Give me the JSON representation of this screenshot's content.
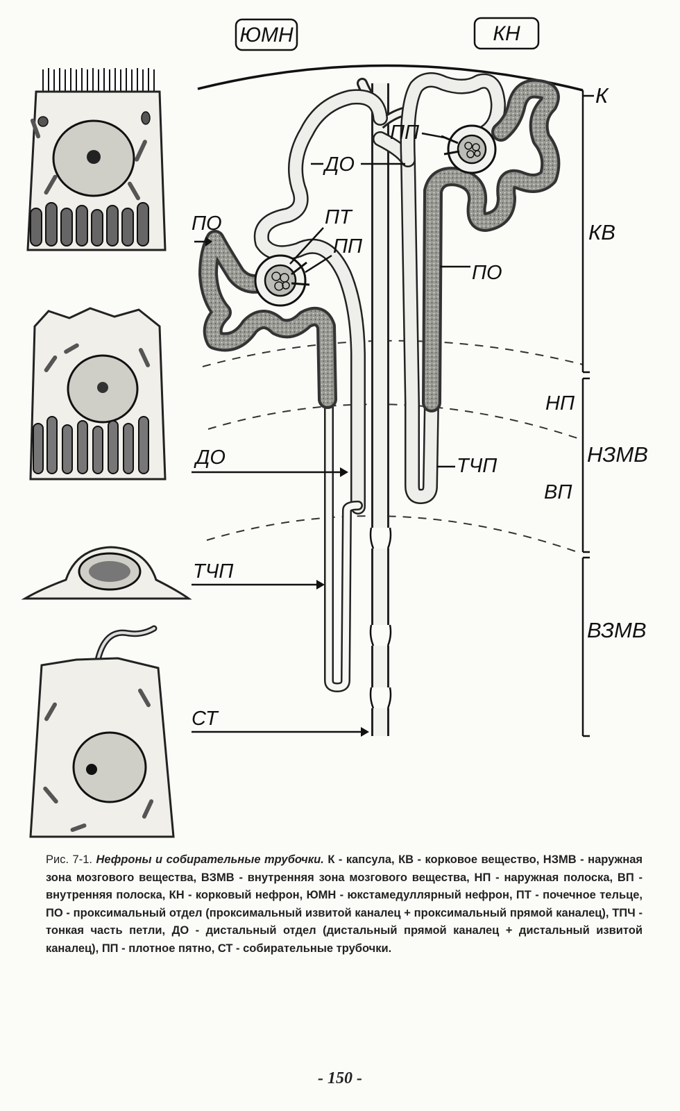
{
  "diagram": {
    "top_labels": {
      "jmn": "ЮМН",
      "kn": "КН"
    },
    "zones": {
      "k": "К",
      "kv": "КВ",
      "np": "НП",
      "nzmv": "НЗМВ",
      "vp": "ВП",
      "vzmv": "ВЗМВ"
    },
    "left_labels": {
      "po": "ПО",
      "do": "ДО",
      "tchp": "ТЧП",
      "st": "СТ"
    },
    "inner_labels": {
      "pp_top": "ПП",
      "do_top": "ДО",
      "pt": "ПТ",
      "pp_mid": "ПП",
      "po_right": "ПО",
      "tchp_right": "ТЧП"
    }
  },
  "caption": {
    "number": "Рис. 7-1.",
    "title": "Нефроны и собирательные трубочки.",
    "text": "К - капсула, КВ - корковое вещество, НЗМВ - наружная зона мозгового вещества, ВЗМВ - внутренняя зона мозгового вещества, НП - наружная полоска, ВП - внутренняя полоска, КН - корковый нефрон, ЮМН - юкстамедуллярный нефрон, ПТ - почечное тельце, ПО - проксимальный отдел (проксимальный извитой каналец + проксимальный прямой каналец), ТПЧ - тонкая часть петли, ДО - дистальный отдел (дистальный прямой каналец + дистальный извитой каналец), ПП - плотное пятно, СТ - собирательные трубочки."
  },
  "page_number": "- 150 -"
}
